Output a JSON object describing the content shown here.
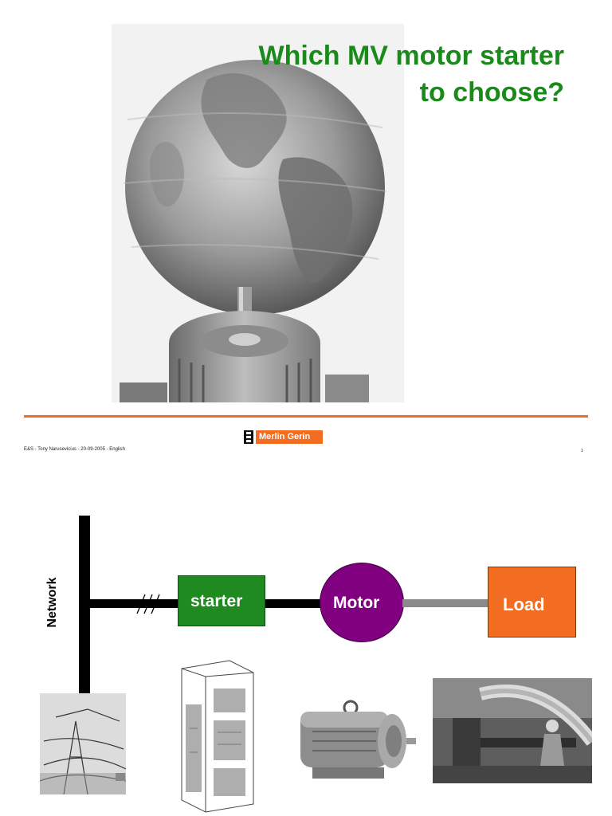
{
  "slide1": {
    "title_line1": "Which MV motor starter",
    "title_line2": "to choose?",
    "logo_text": "Merlin Gerin",
    "footer_left": "E&S - Tony Narusevicius - 20-09-2005 - English",
    "footer_page": "1"
  },
  "slide2": {
    "network_label": "Network",
    "starter_label": "starter",
    "motor_label": "Motor",
    "load_label": "Load"
  },
  "colors": {
    "title_green": "#1a8a1a",
    "accent_orange": "#f26d21",
    "starter_green": "#1f8a1f",
    "motor_purple": "#800080",
    "load_orange": "#f26d21"
  }
}
